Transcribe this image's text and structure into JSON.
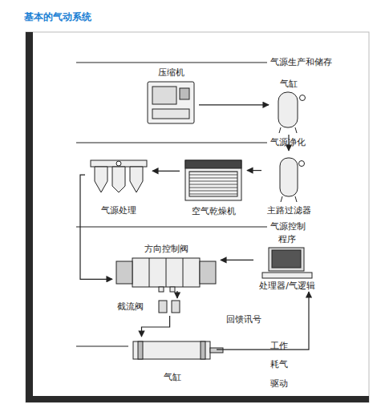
{
  "diagram": {
    "title": "基本的气动系统",
    "nodes": [
      {
        "text": [
          "压缩机"
        ]
      },
      {
        "text": [
          "气缸"
        ]
      },
      {
        "text": [
          "气源处理"
        ]
      },
      {
        "text": [
          "空气乾燥机"
        ]
      },
      {
        "text": [
          "主路过滤器"
        ]
      },
      {
        "text": [
          "方向控制阀"
        ]
      },
      {
        "text": [
          "程序",
          "处理器/气逻辑"
        ]
      },
      {
        "text": [
          "截流阀"
        ]
      },
      {
        "text": [
          "气缸"
        ]
      }
    ],
    "edges": [
      {
        "from": 0,
        "to": 1,
        "arrow": "to"
      },
      {
        "from": 1,
        "to": 4,
        "arrow": "to"
      },
      {
        "from": 4,
        "to": 3,
        "arrow": "to"
      },
      {
        "from": 3,
        "to": 2,
        "arrow": "to"
      },
      {
        "from": 2,
        "to": 5,
        "arrow": "to"
      },
      {
        "from": 5,
        "to": 7,
        "arrow": "to"
      },
      {
        "from": 7,
        "to": 8,
        "arrow": "to"
      },
      {
        "from": 6,
        "to": 5,
        "arrow": "to"
      },
      {
        "from": 8,
        "to": 6,
        "arrow": "to"
      }
    ],
    "labels": [
      "气源生产和储存",
      "气源净化",
      "气源控制",
      "工作",
      "耗气",
      "驱动",
      "回馈讯号"
    ]
  }
}
